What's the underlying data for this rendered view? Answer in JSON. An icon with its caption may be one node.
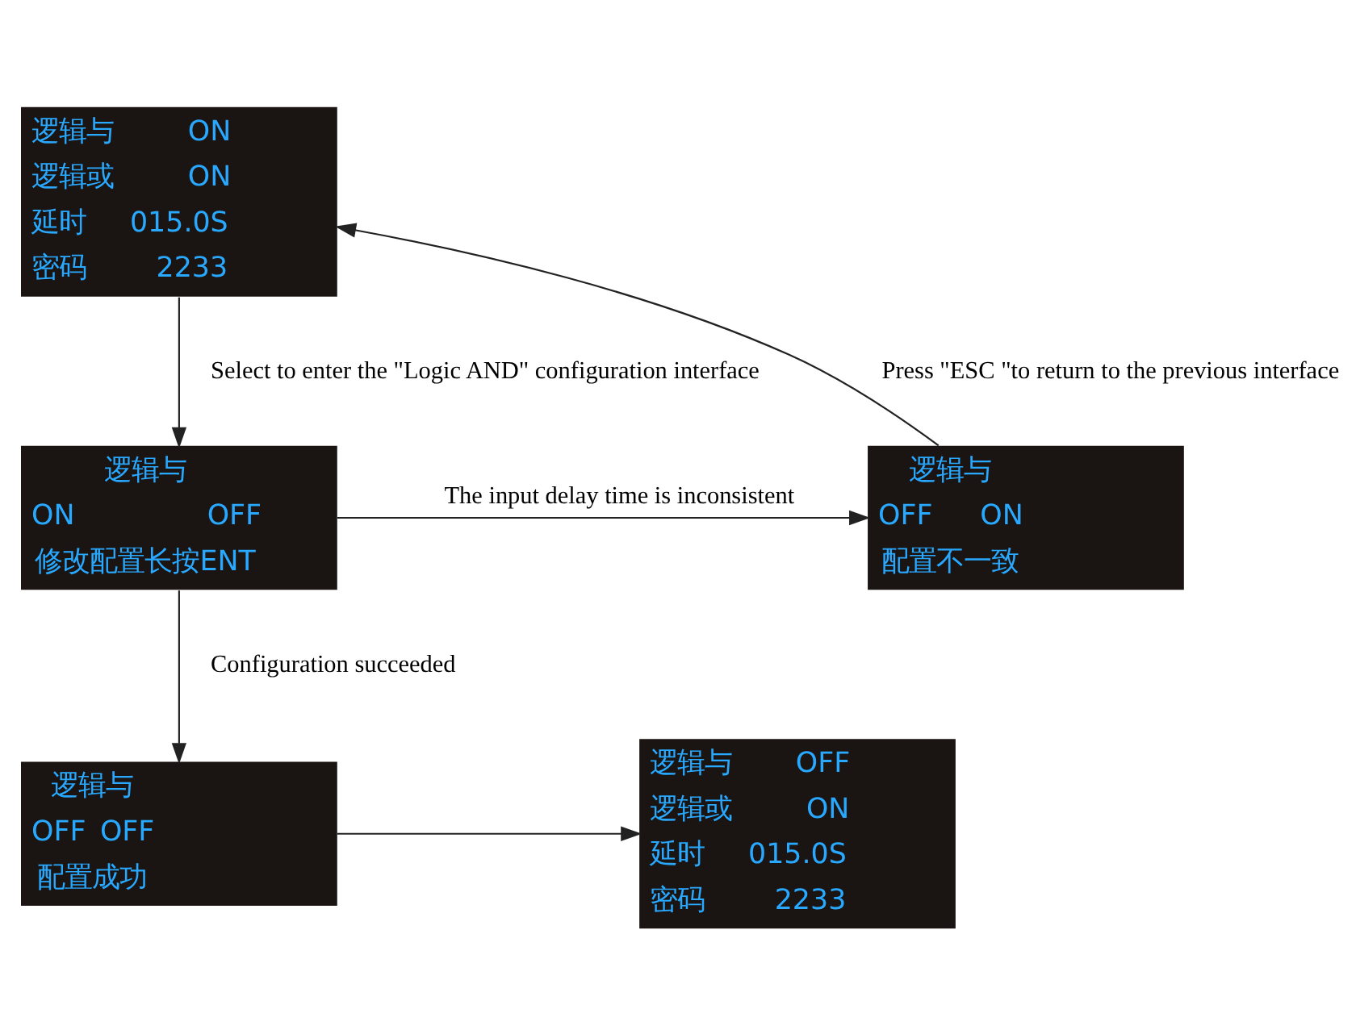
{
  "diagram": {
    "nodes": [
      {
        "text": [
          "逻辑与",
          "ON",
          "逻辑或",
          "ON",
          "延时",
          "015.0S",
          "密码",
          "2233"
        ]
      },
      {
        "text": [
          "逻辑与",
          "ON",
          "OFF",
          "修改配置长按ENT"
        ]
      },
      {
        "text": [
          "逻辑与",
          "OFF",
          "ON",
          "配置不一致"
        ]
      },
      {
        "text": [
          "逻辑与",
          "OFF",
          "OFF",
          "配置成功"
        ]
      },
      {
        "text": [
          "逻辑与",
          "OFF",
          "逻辑或",
          "ON",
          "延时",
          "015.0S",
          "密码",
          "2233"
        ]
      }
    ],
    "edges": [
      {
        "from": 0,
        "to": 1,
        "arrow": "to",
        "label": "Select to enter the \"Logic AND\" configuration interface"
      },
      {
        "from": 1,
        "to": 2,
        "arrow": "to",
        "label": "The input delay time is inconsistent"
      },
      {
        "from": 2,
        "to": 0,
        "arrow": "to",
        "label": "Press \"ESC \"to return to the previous interface"
      },
      {
        "from": 1,
        "to": 3,
        "arrow": "to",
        "label": "Configuration succeeded"
      },
      {
        "from": 3,
        "to": 4,
        "arrow": "to"
      }
    ]
  }
}
